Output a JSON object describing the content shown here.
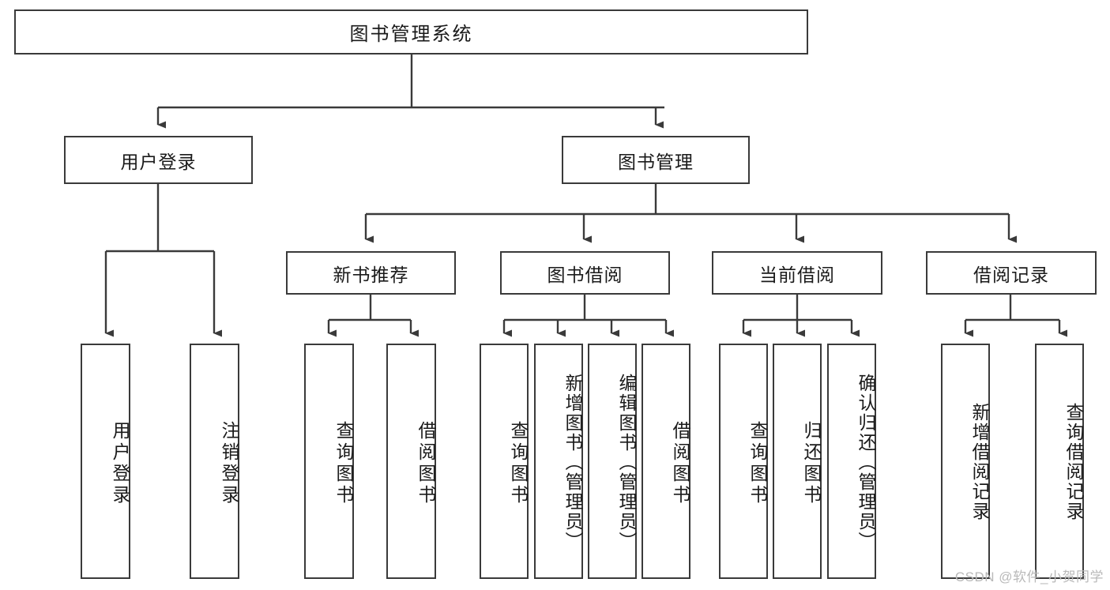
{
  "diagram": {
    "type": "tree-hierarchy",
    "title": "图书管理系统",
    "watermark": "CSDN @软件_小贺同学",
    "colors": {
      "box_border": "#3a3a3a",
      "box_fill": "#ffffff",
      "connector": "#3a3a3a",
      "text": "#1a1a1a",
      "watermark": "#b9b9b9",
      "background": "#ffffff"
    },
    "root": {
      "label": "图书管理系统"
    },
    "level2": [
      {
        "label": "用户登录"
      },
      {
        "label": "图书管理"
      }
    ],
    "level3": [
      {
        "label": "新书推荐"
      },
      {
        "label": "图书借阅"
      },
      {
        "label": "当前借阅"
      },
      {
        "label": "借阅记录"
      }
    ],
    "leaves": {
      "user_login": [
        {
          "label": "用户登录"
        },
        {
          "label": "注销登录"
        }
      ],
      "new_book": [
        {
          "label": "查询图书"
        },
        {
          "label": "借阅图书"
        }
      ],
      "borrow_book": [
        {
          "label": "查询图书"
        },
        {
          "label": "新增图书（管理员）"
        },
        {
          "label": "编辑图书（管理员）"
        },
        {
          "label": "借阅图书"
        }
      ],
      "current_borrow": [
        {
          "label": "查询图书"
        },
        {
          "label": "归还图书"
        },
        {
          "label": "确认归还（管理员）"
        }
      ],
      "borrow_record": [
        {
          "label": "新增借阅记录"
        },
        {
          "label": "查询借阅记录"
        }
      ]
    }
  }
}
